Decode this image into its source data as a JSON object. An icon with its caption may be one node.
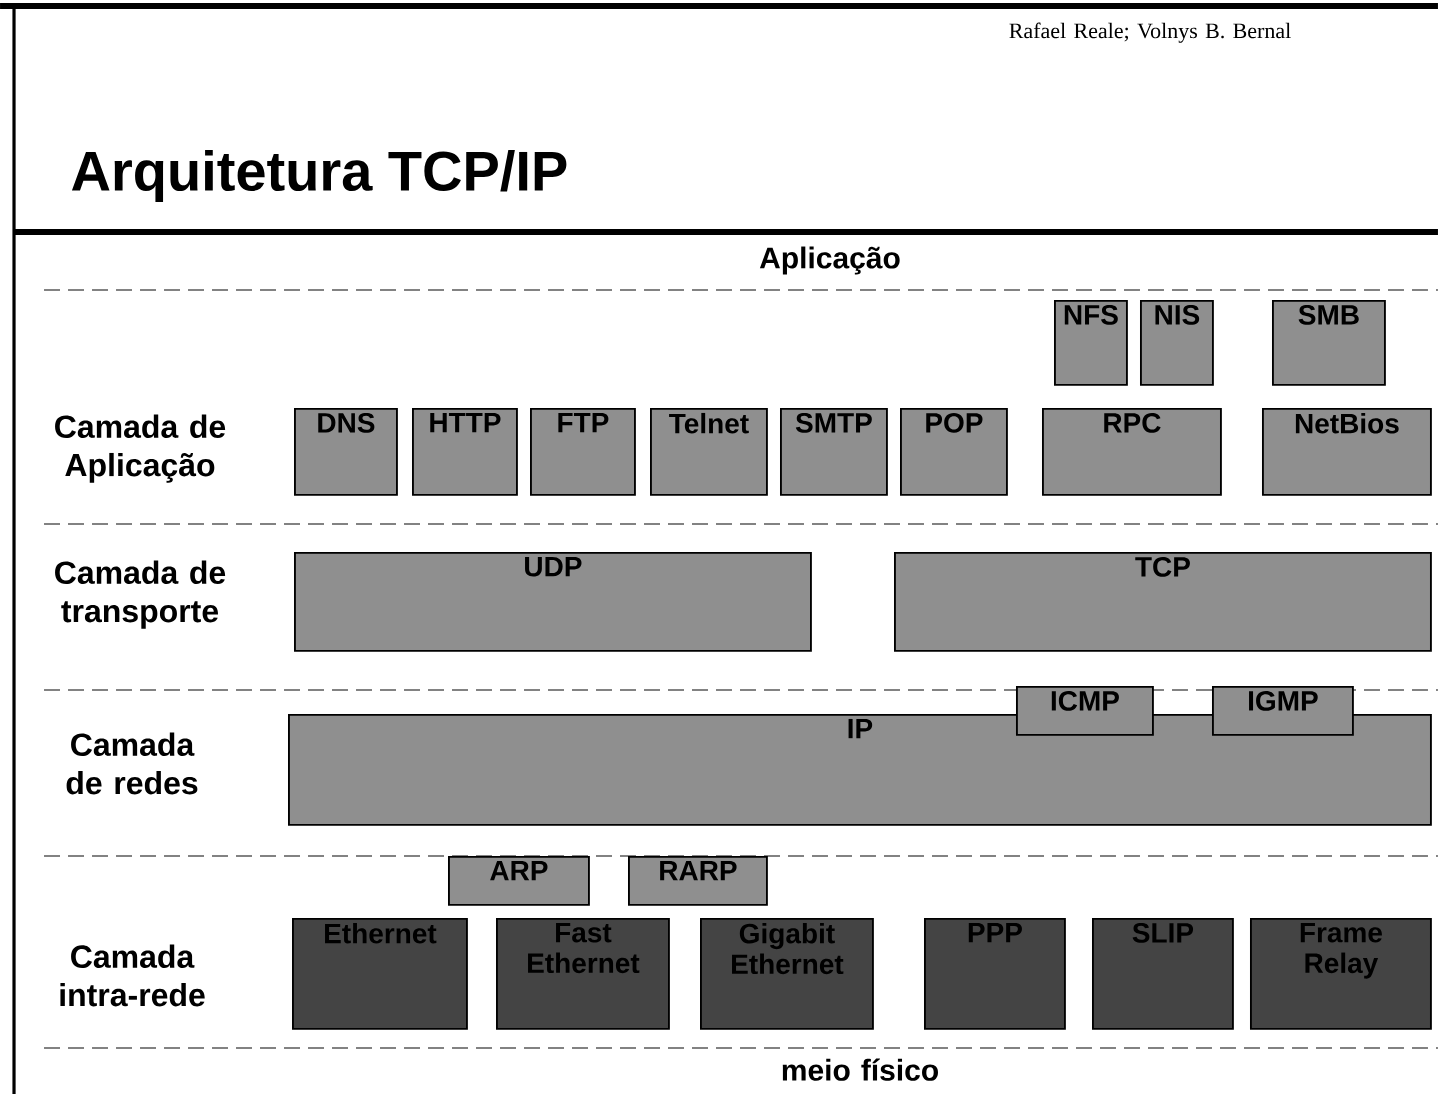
{
  "diagram": {
    "title": "Arquitetura TCP/IP",
    "nodes": [
      {
        "text": [
          "NFS"
        ]
      },
      {
        "text": [
          "NIS"
        ]
      },
      {
        "text": [
          "SMB"
        ]
      },
      {
        "text": [
          "DNS"
        ]
      },
      {
        "text": [
          "HTTP"
        ]
      },
      {
        "text": [
          "FTP"
        ]
      },
      {
        "text": [
          "Telnet"
        ]
      },
      {
        "text": [
          "SMTP"
        ]
      },
      {
        "text": [
          "POP"
        ]
      },
      {
        "text": [
          "RPC"
        ]
      },
      {
        "text": [
          "NetBios"
        ]
      },
      {
        "text": [
          "UDP"
        ]
      },
      {
        "text": [
          "TCP"
        ]
      },
      {
        "text": [
          "IP"
        ]
      },
      {
        "text": [
          "ICMP"
        ]
      },
      {
        "text": [
          "IGMP"
        ]
      },
      {
        "text": [
          "ARP"
        ]
      },
      {
        "text": [
          "RARP"
        ]
      },
      {
        "text": [
          "Ethernet"
        ]
      },
      {
        "text": [
          "Fast Ethernet"
        ]
      },
      {
        "text": [
          "Gigabit Ethernet"
        ]
      },
      {
        "text": [
          "PPP"
        ]
      },
      {
        "text": [
          "SLIP"
        ]
      },
      {
        "text": [
          "Frame Relay"
        ]
      }
    ],
    "edges": [],
    "labels": [
      "Rafael Reale; Volnys B. Bernal",
      "Aplicação",
      "Camada de Aplicação",
      "Camada de transporte",
      "Camada de redes",
      "Camada intra-rede",
      "meio físico"
    ]
  }
}
